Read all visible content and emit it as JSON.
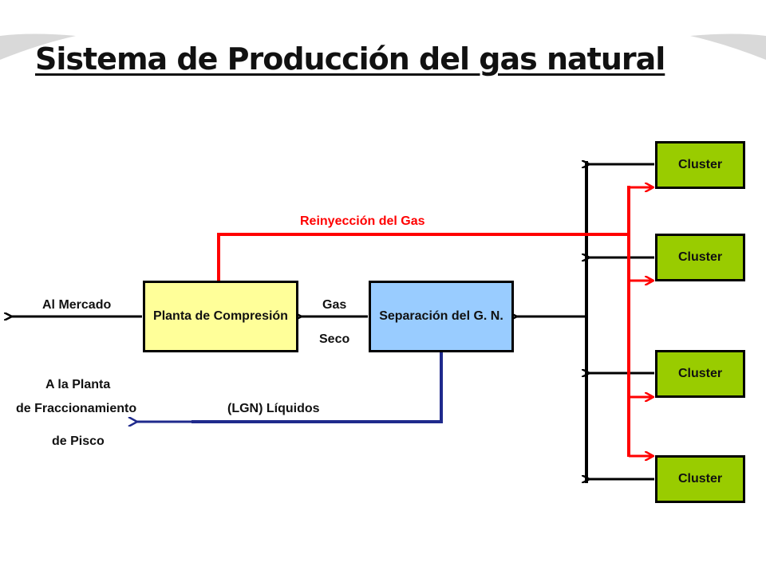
{
  "title": "Sistema de Producción del gas natural",
  "boxes": {
    "planta": "Planta de Compresión",
    "separacion": "Separación del G. N.",
    "clusters": [
      "Cluster",
      "Cluster",
      "Cluster",
      "Cluster"
    ]
  },
  "labels": {
    "reinyeccion": "Reinyección del Gas",
    "al_mercado": "Al Mercado",
    "gas": "Gas",
    "seco": "Seco",
    "lgn": "(LGN) Líquidos",
    "planta_line1": "A la Planta",
    "planta_line2": "de Fraccionamiento",
    "planta_line3": "de Pisco"
  },
  "colors": {
    "reinjection_line": "#ff0000",
    "liquids_line": "#1f2a8c",
    "flow_line": "#000000",
    "planta_fill": "#ffff99",
    "separacion_fill": "#99ccff",
    "cluster_fill": "#99cc00"
  }
}
